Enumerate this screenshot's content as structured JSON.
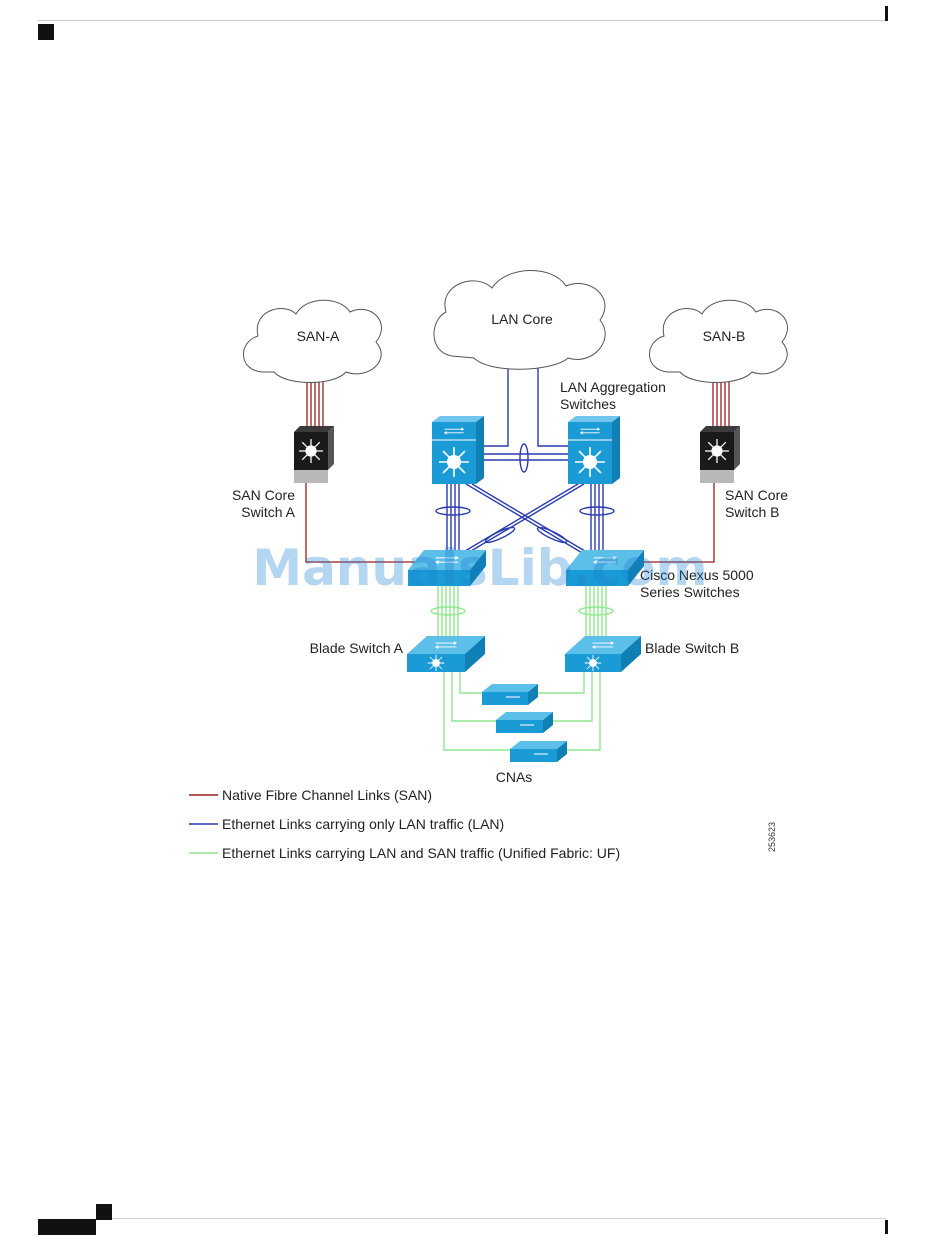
{
  "clouds": {
    "san_a": "SAN-A",
    "lan_core": "LAN Core",
    "san_b": "SAN-B"
  },
  "labels": {
    "lan_agg_line1": "LAN Aggregation",
    "lan_agg_line2": "Switches",
    "san_core_a_line1": "SAN Core",
    "san_core_a_line2": "Switch A",
    "san_core_b_line1": "SAN Core",
    "san_core_b_line2": "Switch B",
    "nexus_line1": "Cisco Nexus 5000",
    "nexus_line2": "Series Switches",
    "blade_a": "Blade Switch A",
    "blade_b": "Blade Switch B",
    "cnas": "CNAs"
  },
  "legend": [
    {
      "label": "Native Fibre Channel Links (SAN)",
      "color": "#9b1c1c"
    },
    {
      "label": "Ethernet Links carrying only LAN traffic (LAN)",
      "color": "#2a3bb0"
    },
    {
      "label": "Ethernet Links carrying LAN and SAN traffic (Unified Fabric: UF)",
      "color": "#8fe88f"
    }
  ],
  "figure_id": "253623",
  "watermark": "ManualsLib.com",
  "colors": {
    "san_link": "#9b1c1c",
    "lan_link": "#2a3bb0",
    "uf_link": "#8fe88f",
    "device_blue": "#1b9bd6"
  }
}
